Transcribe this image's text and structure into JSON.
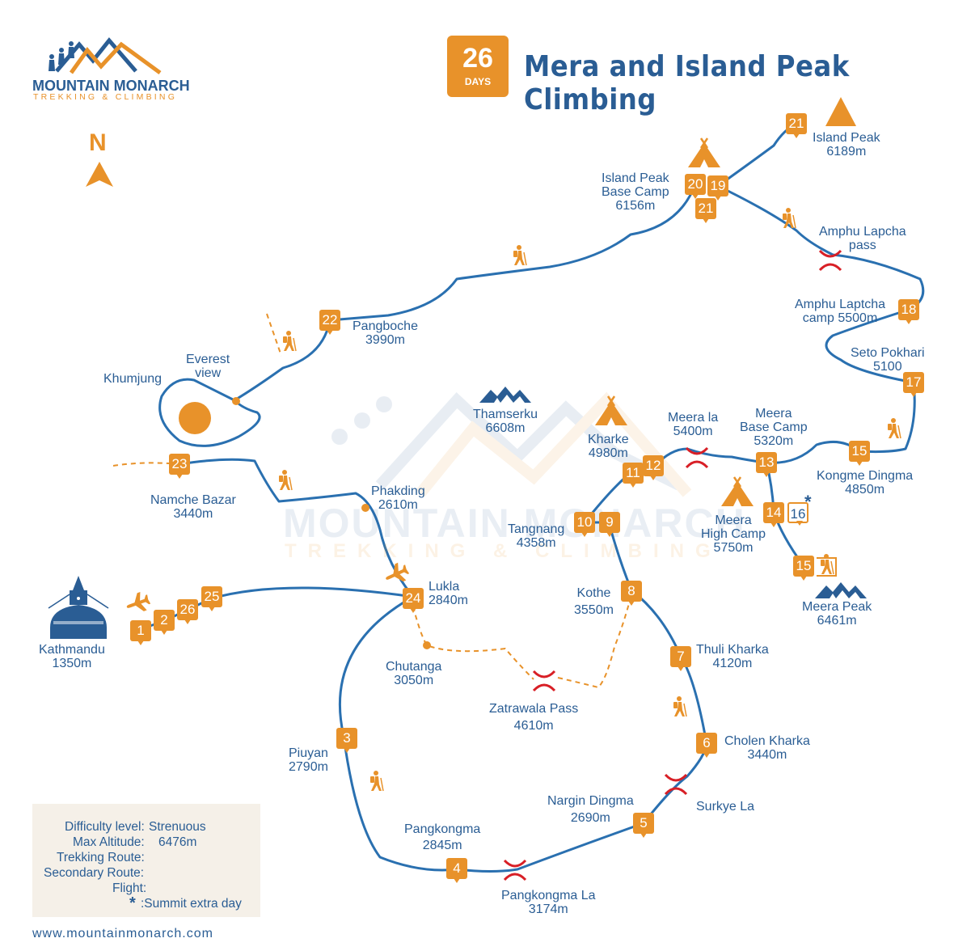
{
  "brand": {
    "name": "MOUNTAIN MONARCH",
    "tagline": "TREKKING & CLIMBING",
    "website": "www.mountainmonarch.com"
  },
  "header": {
    "days_number": "26",
    "days_unit": "DAYS",
    "title": "Mera and Island Peak Climbing"
  },
  "north_label": "N",
  "watermark": {
    "name": "MOUNTAIN MONARCH",
    "tagline": "TREKKING & CLIMBING"
  },
  "colors": {
    "route_blue": "#2a70b0",
    "brand_orange": "#e8922a",
    "pass_red": "#d81f26",
    "text_blue": "#2a5d94",
    "legend_bg": "#f5f0e8"
  },
  "places": {
    "kathmandu": {
      "name": "Kathmandu",
      "alt": "1350m"
    },
    "lukla": {
      "name": "Lukla",
      "alt": "2840m"
    },
    "chutanga": {
      "name": "Chutanga",
      "alt": "3050m"
    },
    "zatrawala": {
      "name": "Zatrawala Pass",
      "alt": "4610m"
    },
    "kothe": {
      "name": "Kothe",
      "alt": "3550m"
    },
    "thuli_kharka": {
      "name": "Thuli Kharka",
      "alt": "4120m"
    },
    "cholen_kharka": {
      "name": "Cholen Kharka",
      "alt": "3440m"
    },
    "surkye_la": {
      "name": "Surkye La",
      "alt": ""
    },
    "nargin_dingma": {
      "name": "Nargin Dingma",
      "alt": "2690m"
    },
    "pangkongma_la": {
      "name": "Pangkongma La",
      "alt": "3174m"
    },
    "pangkongma": {
      "name": "Pangkongma",
      "alt": "2845m"
    },
    "piuyan": {
      "name": "Piuyan",
      "alt": "2790m"
    },
    "tangnang": {
      "name": "Tangnang",
      "alt": "4358m"
    },
    "kharke": {
      "name": "Kharke",
      "alt": "4980m"
    },
    "meera_la": {
      "name": "Meera la",
      "alt": "5400m"
    },
    "meera_bc": {
      "name": "Meera",
      "name2": "Base Camp",
      "alt": "5320m"
    },
    "meera_hc": {
      "name": "Meera",
      "name2": "High Camp",
      "alt": "5750m"
    },
    "meera_peak": {
      "name": "Meera Peak",
      "alt": "6461m"
    },
    "kongme_dingma": {
      "name": "Kongme Dingma",
      "alt": "4850m"
    },
    "seto_pokhari": {
      "name": "Seto Pokhari",
      "alt": "5100"
    },
    "amphu_camp": {
      "name": "Amphu Laptcha",
      "name2": "camp 5500m"
    },
    "amphu_pass": {
      "name": "Amphu Lapcha",
      "name2": "pass"
    },
    "island_peak": {
      "name": "Island Peak",
      "alt": "6189m"
    },
    "island_bc": {
      "name": "Island Peak",
      "name2": "Base Camp",
      "alt": "6156m"
    },
    "pangboche": {
      "name": "Pangboche",
      "alt": "3990m"
    },
    "everest_view": {
      "name": "Everest",
      "name2": "view"
    },
    "khumjung": {
      "name": "Khumjung"
    },
    "namche": {
      "name": "Namche Bazar",
      "alt": "3440m"
    },
    "phakding": {
      "name": "Phakding",
      "alt": "2610m"
    },
    "thamserku": {
      "name": "Thamserku",
      "alt": "6608m"
    }
  },
  "day_markers": [
    "1",
    "2",
    "26",
    "25",
    "24",
    "3",
    "4",
    "5",
    "6",
    "7",
    "8",
    "10",
    "9",
    "11",
    "12",
    "13",
    "14",
    "16",
    "15",
    "15",
    "17",
    "18",
    "19",
    "20",
    "21",
    "21",
    "22",
    "23"
  ],
  "legend": {
    "difficulty_label": "Difficulty level:",
    "difficulty_value": "Strenuous",
    "altitude_label": "Max Altitude:",
    "altitude_value": "6476m",
    "trekking_label": "Trekking Route:",
    "secondary_label": "Secondary Route:",
    "flight_label": "Flight:",
    "summit_label": ":Summit extra day",
    "summit_symbol": "*"
  }
}
